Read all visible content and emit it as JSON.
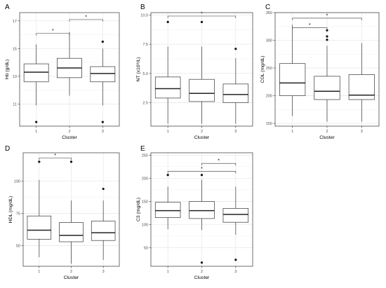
{
  "chart_data": [
    {
      "panel": "A",
      "type": "box",
      "ylabel": "Hb (g/dL)",
      "xlabel": "Cluster",
      "ylim": [
        9.4,
        17.6
      ],
      "yticks": [
        11,
        13,
        15,
        17
      ],
      "ytick_labels": [
        "11",
        "13",
        "15",
        "17"
      ],
      "categories": [
        "1",
        "2",
        "3"
      ],
      "boxes": [
        {
          "whisker_low": 10.9,
          "q1": 12.6,
          "median": 13.3,
          "q3": 13.9,
          "whisker_high": 15.3
        },
        {
          "whisker_low": 11.6,
          "q1": 12.9,
          "median": 13.6,
          "q3": 14.3,
          "whisker_high": 16.2
        },
        {
          "whisker_low": 10.9,
          "q1": 12.6,
          "median": 13.2,
          "q3": 13.7,
          "whisker_high": 15.0
        }
      ],
      "outliers": [
        {
          "group": "1",
          "value": 9.7
        },
        {
          "group": "3",
          "value": 9.7
        },
        {
          "group": "3",
          "value": 15.5
        }
      ],
      "significance": [
        {
          "from": "1",
          "to": "2",
          "y": 16.1,
          "label": "*"
        },
        {
          "from": "2",
          "to": "3",
          "y": 17.1,
          "label": "*"
        }
      ]
    },
    {
      "panel": "B",
      "type": "box",
      "ylabel": "NT (x10⁹/L)",
      "xlabel": "Cluster",
      "ylim": [
        0.5,
        10.2
      ],
      "yticks": [
        2.5,
        5.0,
        7.5,
        10.0
      ],
      "ytick_labels": [
        "2.5",
        "5.0",
        "7.5",
        "10.0"
      ],
      "categories": [
        "1",
        "2",
        "3"
      ],
      "boxes": [
        {
          "whisker_low": 0.7,
          "q1": 2.9,
          "median": 3.7,
          "q3": 4.7,
          "whisker_high": 7.3
        },
        {
          "whisker_low": 0.7,
          "q1": 2.6,
          "median": 3.3,
          "q3": 4.5,
          "whisker_high": 7.3
        },
        {
          "whisker_low": 0.7,
          "q1": 2.5,
          "median": 3.2,
          "q3": 4.1,
          "whisker_high": 6.3
        }
      ],
      "outliers": [
        {
          "group": "1",
          "value": 9.4
        },
        {
          "group": "2",
          "value": 9.4
        },
        {
          "group": "3",
          "value": 7.1
        }
      ],
      "significance": [
        {
          "from": "1",
          "to": "3",
          "y": 9.9,
          "label": "*"
        }
      ]
    },
    {
      "panel": "C",
      "type": "box",
      "ylabel": "COL (mg/dL)",
      "xlabel": "Cluster",
      "ylim": [
        145,
        350
      ],
      "yticks": [
        150,
        200,
        250,
        300,
        350
      ],
      "ytick_labels": [
        "150",
        "200",
        "250",
        "300",
        "350"
      ],
      "categories": [
        "1",
        "2",
        "3"
      ],
      "boxes": [
        {
          "whisker_low": 163,
          "q1": 200,
          "median": 223,
          "q3": 258,
          "whisker_high": 328
        },
        {
          "whisker_low": 153,
          "q1": 193,
          "median": 208,
          "q3": 235,
          "whisker_high": 290
        },
        {
          "whisker_low": 153,
          "q1": 193,
          "median": 201,
          "q3": 238,
          "whisker_high": 295
        }
      ],
      "outliers": [
        {
          "group": "2",
          "value": 318
        },
        {
          "group": "2",
          "value": 307
        },
        {
          "group": "2",
          "value": 301
        }
      ],
      "significance": [
        {
          "from": "1",
          "to": "2",
          "y": 323,
          "label": "*"
        },
        {
          "from": "1",
          "to": "3",
          "y": 340,
          "label": "*"
        }
      ]
    },
    {
      "panel": "D",
      "type": "box",
      "ylabel": "HDL (mg/dL)",
      "xlabel": "Cluster",
      "ylim": [
        34,
        122
      ],
      "yticks": [
        50,
        75,
        100
      ],
      "ytick_labels": [
        "50",
        "75",
        "100"
      ],
      "categories": [
        "1",
        "2",
        "3"
      ],
      "boxes": [
        {
          "whisker_low": 41,
          "q1": 55,
          "median": 62,
          "q3": 73,
          "whisker_high": 101
        },
        {
          "whisker_low": 36,
          "q1": 53,
          "median": 58,
          "q3": 68,
          "whisker_high": 85
        },
        {
          "whisker_low": 39,
          "q1": 54,
          "median": 60,
          "q3": 69,
          "whisker_high": 85
        }
      ],
      "outliers": [
        {
          "group": "1",
          "value": 115
        },
        {
          "group": "2",
          "value": 115
        },
        {
          "group": "3",
          "value": 94
        }
      ],
      "significance": [
        {
          "from": "1",
          "to": "2",
          "y": 118,
          "label": "*"
        }
      ]
    },
    {
      "panel": "E",
      "type": "box",
      "ylabel": "C3 (mg/dL)",
      "xlabel": "Cluster",
      "ylim": [
        10,
        255
      ],
      "yticks": [
        50,
        100,
        150,
        200,
        250
      ],
      "ytick_labels": [
        "50",
        "100",
        "150",
        "200",
        "250"
      ],
      "categories": [
        "1",
        "2",
        "3"
      ],
      "boxes": [
        {
          "whisker_low": 90,
          "q1": 115,
          "median": 130,
          "q3": 148,
          "whisker_high": 182
        },
        {
          "whisker_low": 88,
          "q1": 113,
          "median": 130,
          "q3": 150,
          "whisker_high": 197
        },
        {
          "whisker_low": 78,
          "q1": 105,
          "median": 122,
          "q3": 135,
          "whisker_high": 182
        }
      ],
      "outliers": [
        {
          "group": "1",
          "value": 207
        },
        {
          "group": "2",
          "value": 207
        },
        {
          "group": "2",
          "value": 18
        },
        {
          "group": "3",
          "value": 24
        }
      ],
      "significance": [
        {
          "from": "1",
          "to": "3",
          "y": 215,
          "label": "*"
        },
        {
          "from": "2",
          "to": "3",
          "y": 232,
          "label": "*"
        }
      ]
    }
  ]
}
